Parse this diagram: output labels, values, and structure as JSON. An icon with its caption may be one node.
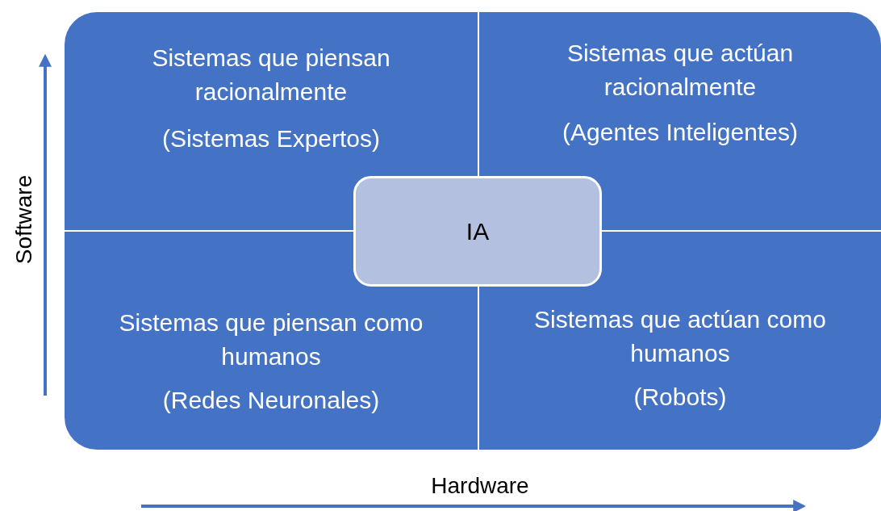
{
  "diagram": {
    "nodes": [
      {
        "text": [
          "Sistemas que piensan racionalmente",
          "(Sistemas Expertos)"
        ]
      },
      {
        "text": [
          "Sistemas que actúan racionalmente",
          "(Agentes Inteligentes)"
        ]
      },
      {
        "text": [
          "IA"
        ]
      },
      {
        "text": [
          "Sistemas que piensan como humanos",
          "(Redes Neuronales)"
        ]
      },
      {
        "text": [
          "Sistemas que actúan como humanos",
          "(Robots)"
        ]
      }
    ],
    "edges": [],
    "labels": [
      "Software",
      "Hardware"
    ]
  }
}
